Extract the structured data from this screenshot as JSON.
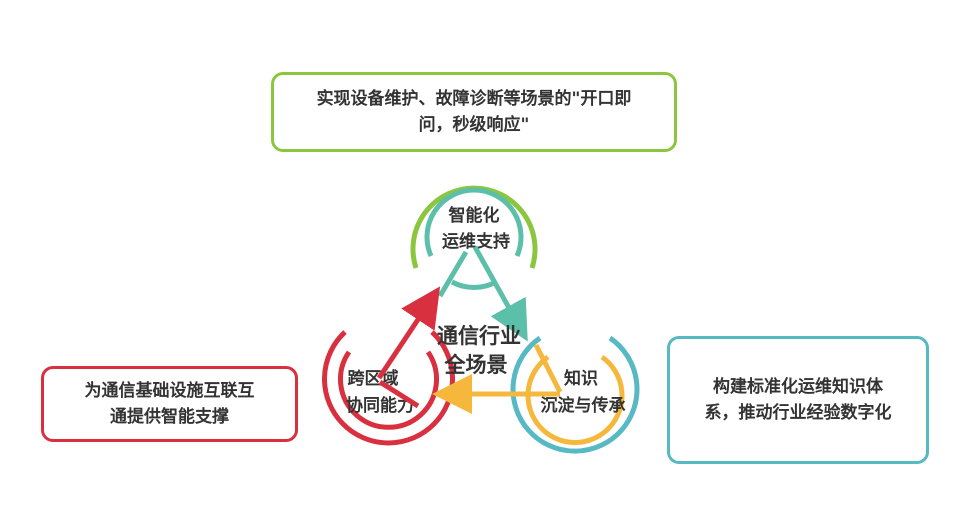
{
  "top_box": {
    "line1": "实现设备维护、故障诊断等场景的\"开口即",
    "line2": "问，秒级响应\""
  },
  "left_box": {
    "line1": "为通信基础设施互联互",
    "line2": "通提供智能支撑"
  },
  "right_box": {
    "line1": "构建标准化运维知识体",
    "line2": "系，推动行业经验数字化"
  },
  "center": {
    "line1": "通信行业",
    "line2": "全场景"
  },
  "nodes": {
    "top": {
      "line1": "智能化",
      "line2": "运维支持"
    },
    "left": {
      "line1": "跨区域",
      "line2": "协同能力"
    },
    "right": {
      "line1": "知识",
      "line2": "沉淀与传承"
    }
  },
  "colors": {
    "green": "#8cc63f",
    "teal": "#5bbfaa",
    "red": "#d9303f",
    "blue": "#56b9c4",
    "yellow": "#f5b83d"
  }
}
